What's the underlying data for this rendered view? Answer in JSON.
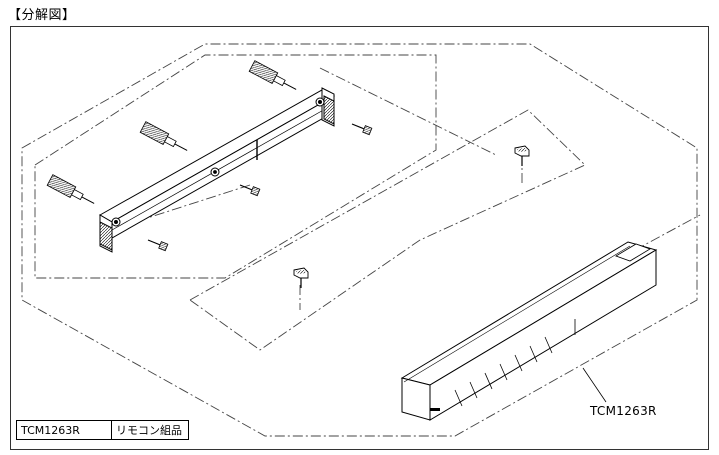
{
  "title": "【分解図】",
  "parts": [
    {
      "code": "TCM1263R",
      "name": "リモコン組品"
    }
  ],
  "callout_label": "TCM1263R"
}
